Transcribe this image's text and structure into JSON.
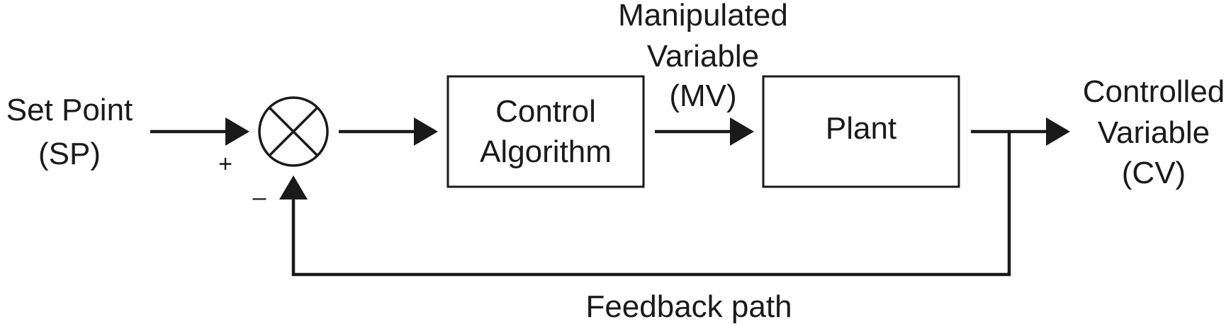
{
  "input": {
    "line1": "Set Point",
    "line2": "(SP)"
  },
  "summing_junction": {
    "plus_sign": "+",
    "minus_sign": "–"
  },
  "controller_block": {
    "line1": "Control",
    "line2": "Algorithm"
  },
  "manipulated_variable": {
    "line1": "Manipulated",
    "line2": "Variable",
    "line3": "(MV)"
  },
  "plant_block": {
    "label": "Plant"
  },
  "output": {
    "line1": "Controlled",
    "line2": "Variable",
    "line3": "(CV)"
  },
  "feedback": {
    "label": "Feedback path"
  }
}
